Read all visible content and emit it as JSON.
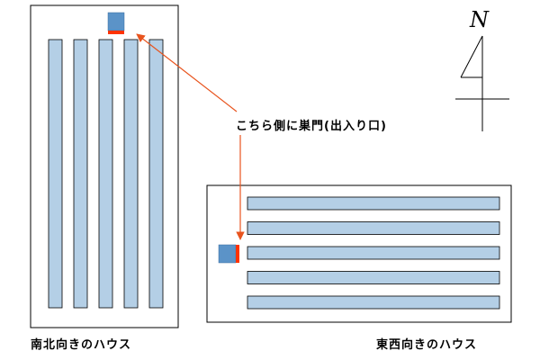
{
  "labels": {
    "entrance": "こちら側に巣門(出入り口)",
    "house_ns": "南北向きのハウス",
    "house_ew": "東西向きのハウス",
    "north": "N"
  },
  "diagram": {
    "bed_count_ns": 5,
    "bed_count_ew": 5,
    "colors": {
      "bed_fill": "#b4cfe6",
      "hive_fill": "#5b93c8",
      "entrance_mark": "#ff3300",
      "arrow": "#e8541e",
      "outline": "#000000"
    }
  }
}
